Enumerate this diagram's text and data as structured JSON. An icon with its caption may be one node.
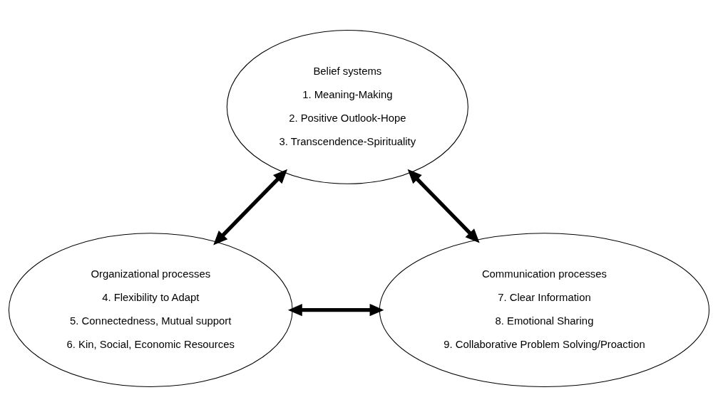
{
  "diagram": {
    "nodes": [
      {
        "text": [
          "Belief systems",
          "1. Meaning-Making",
          "2. Positive Outlook-Hope",
          "3. Transcendence-Spirituality"
        ]
      },
      {
        "text": [
          "Organizational processes",
          "4. Flexibility to Adapt",
          "5. Connectedness, Mutual support",
          "6. Kin, Social, Economic Resources"
        ]
      },
      {
        "text": [
          "Communication processes",
          "7. Clear Information",
          "8. Emotional Sharing",
          "9. Collaborative Problem Solving/Proaction"
        ]
      }
    ],
    "edges": [
      {
        "from": 0,
        "to": 1,
        "arrow": "both"
      },
      {
        "from": 0,
        "to": 2,
        "arrow": "both"
      },
      {
        "from": 1,
        "to": 2,
        "arrow": "both"
      }
    ]
  }
}
